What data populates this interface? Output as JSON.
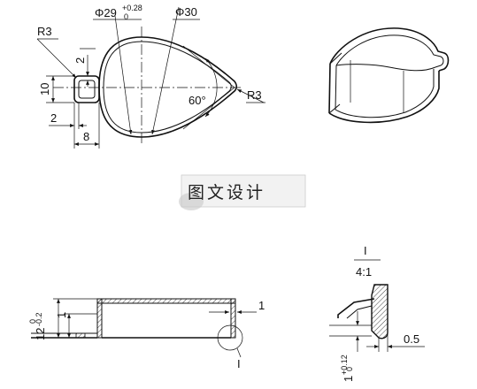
{
  "top_view": {
    "dims": {
      "r_left": "R3",
      "dia_inner_main": "Φ29",
      "dia_inner_tol_upper": "+0.28",
      "dia_inner_tol_lower": "0",
      "dia_outer": "Φ30",
      "wall_top": "2",
      "height_10": "10",
      "width_2": "2",
      "width_8": "8",
      "angle": "60°",
      "r_right": "R3"
    }
  },
  "watermark": {
    "text": "图文设计"
  },
  "section_view": {
    "dims": {
      "height_main": "12",
      "height_tol": "-0.2",
      "height_tol_zero": "0",
      "step": "1",
      "callout": "1",
      "detail_marker": "I"
    }
  },
  "detail_view": {
    "label": "I",
    "scale": "4:1",
    "dims": {
      "thickness": "0.5",
      "bottom_main": "1",
      "bottom_tol_upper": "+0.12",
      "bottom_tol_lower": "0"
    }
  }
}
